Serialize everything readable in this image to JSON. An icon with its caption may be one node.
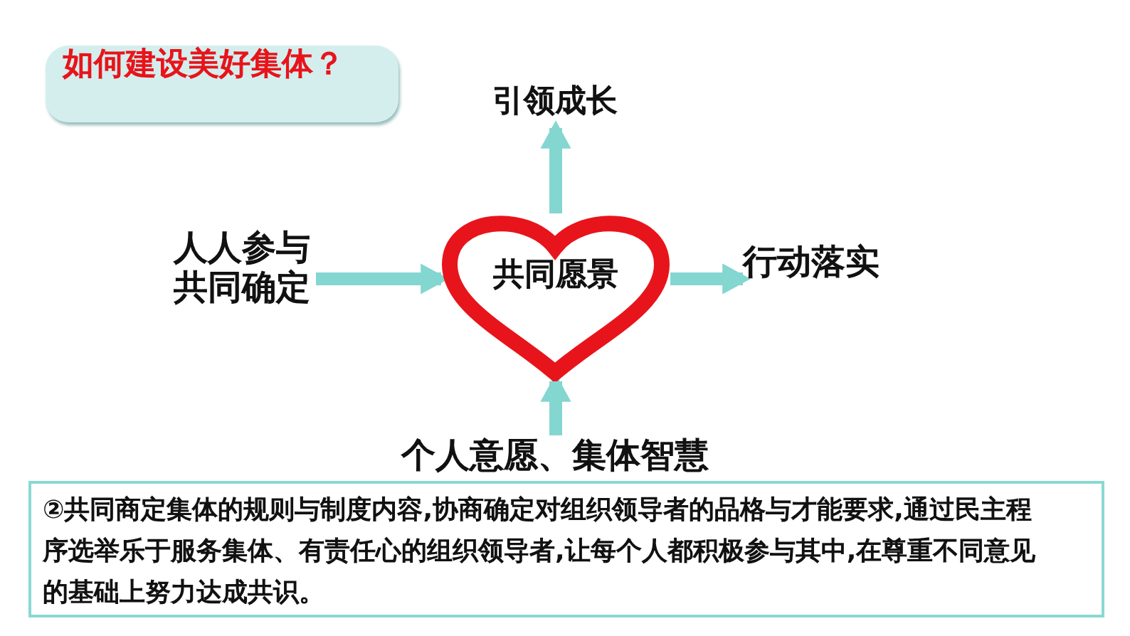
{
  "diagram": {
    "title": "如何建设美好集体？",
    "nodes": [
      {
        "text": [
          "共同愿景"
        ]
      },
      {
        "text": [
          "引领成长"
        ]
      },
      {
        "text": [
          "人人参与共同确定"
        ]
      },
      {
        "text": [
          "行动落实"
        ]
      },
      {
        "text": [
          "个人意愿、集体智慧"
        ]
      },
      {
        "text": [
          "②共同商定集体的规则与制度内容,协商确定对组织领导者的品格与才能要求,通过民主程序选举乐于服务集体、有责任心的组织领导者,让每个人都积极参与其中,在尊重不同意见的基础上努力达成共识。"
        ]
      }
    ],
    "edges": [
      {
        "from": 0,
        "to": 1,
        "arrow": "to"
      },
      {
        "from": 2,
        "to": 0,
        "arrow": "to"
      },
      {
        "from": 0,
        "to": 3,
        "arrow": "to"
      },
      {
        "from": 4,
        "to": 0,
        "arrow": "to"
      }
    ]
  }
}
